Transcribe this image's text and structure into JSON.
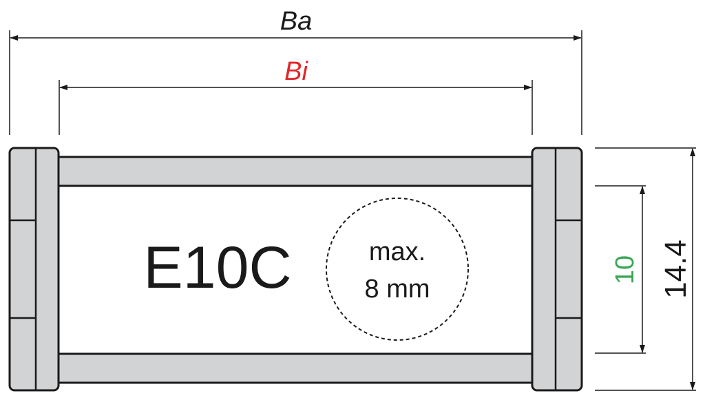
{
  "dimensions": {
    "outer_width_label": "Ba",
    "inner_width_label": "Bi",
    "inner_height_value": "10",
    "outer_height_value": "14.4"
  },
  "part": {
    "model": "E10C",
    "max_cable_line1": "max.",
    "max_cable_line2": "8 mm"
  },
  "colors": {
    "inner_width": "#e3262a",
    "inner_height": "#3aa655",
    "part_fill": "#d2d3d5",
    "stroke": "#1a1a1a"
  }
}
